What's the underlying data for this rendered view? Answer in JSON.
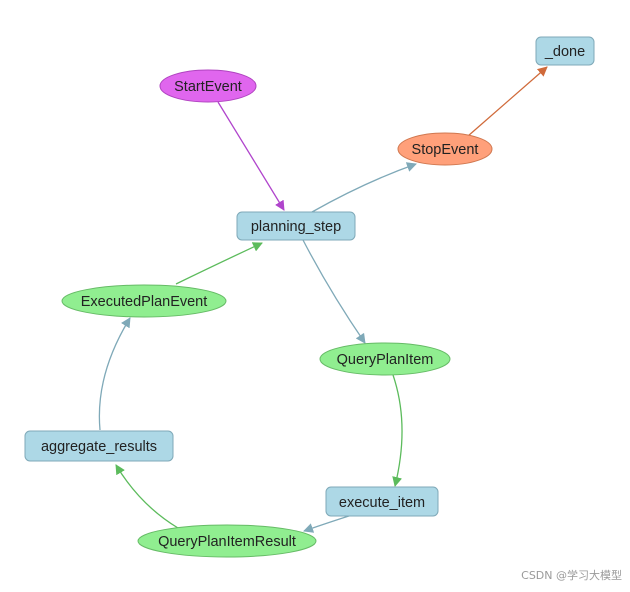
{
  "colors": {
    "step_fill": "#add8e6",
    "step_stroke": "#7fa9b8",
    "event_fill": "#90ee90",
    "event_stroke": "#66bb66",
    "start_fill": "#e066ee",
    "start_stroke": "#b044c0",
    "stop_fill": "#ffa07a",
    "stop_stroke": "#d07850",
    "edge_blue": "#7fa9b8",
    "edge_green": "#5cbb5c",
    "edge_purple": "#b044cc",
    "edge_orange": "#d06a3a"
  },
  "nodes": [
    {
      "id": "start_event",
      "label": "StartEvent",
      "kind": "start"
    },
    {
      "id": "done",
      "label": "_done",
      "kind": "step"
    },
    {
      "id": "stop_event",
      "label": "StopEvent",
      "kind": "stop"
    },
    {
      "id": "planning_step",
      "label": "planning_step",
      "kind": "step"
    },
    {
      "id": "executed_plan_event",
      "label": "ExecutedPlanEvent",
      "kind": "event"
    },
    {
      "id": "query_plan_item",
      "label": "QueryPlanItem",
      "kind": "event"
    },
    {
      "id": "aggregate_results",
      "label": "aggregate_results",
      "kind": "step"
    },
    {
      "id": "execute_item",
      "label": "execute_item",
      "kind": "step"
    },
    {
      "id": "query_plan_item_result",
      "label": "QueryPlanItemResult",
      "kind": "event"
    }
  ],
  "edges": [
    {
      "from": "start_event",
      "to": "planning_step",
      "color": "edge_purple"
    },
    {
      "from": "planning_step",
      "to": "stop_event",
      "color": "edge_blue"
    },
    {
      "from": "stop_event",
      "to": "done",
      "color": "edge_orange"
    },
    {
      "from": "planning_step",
      "to": "query_plan_item",
      "color": "edge_blue"
    },
    {
      "from": "query_plan_item",
      "to": "execute_item",
      "color": "edge_green"
    },
    {
      "from": "execute_item",
      "to": "query_plan_item_result",
      "color": "edge_blue"
    },
    {
      "from": "query_plan_item_result",
      "to": "aggregate_results",
      "color": "edge_green"
    },
    {
      "from": "aggregate_results",
      "to": "executed_plan_event",
      "color": "edge_blue"
    },
    {
      "from": "executed_plan_event",
      "to": "planning_step",
      "color": "edge_green"
    }
  ],
  "watermark": "CSDN @学习大模型"
}
